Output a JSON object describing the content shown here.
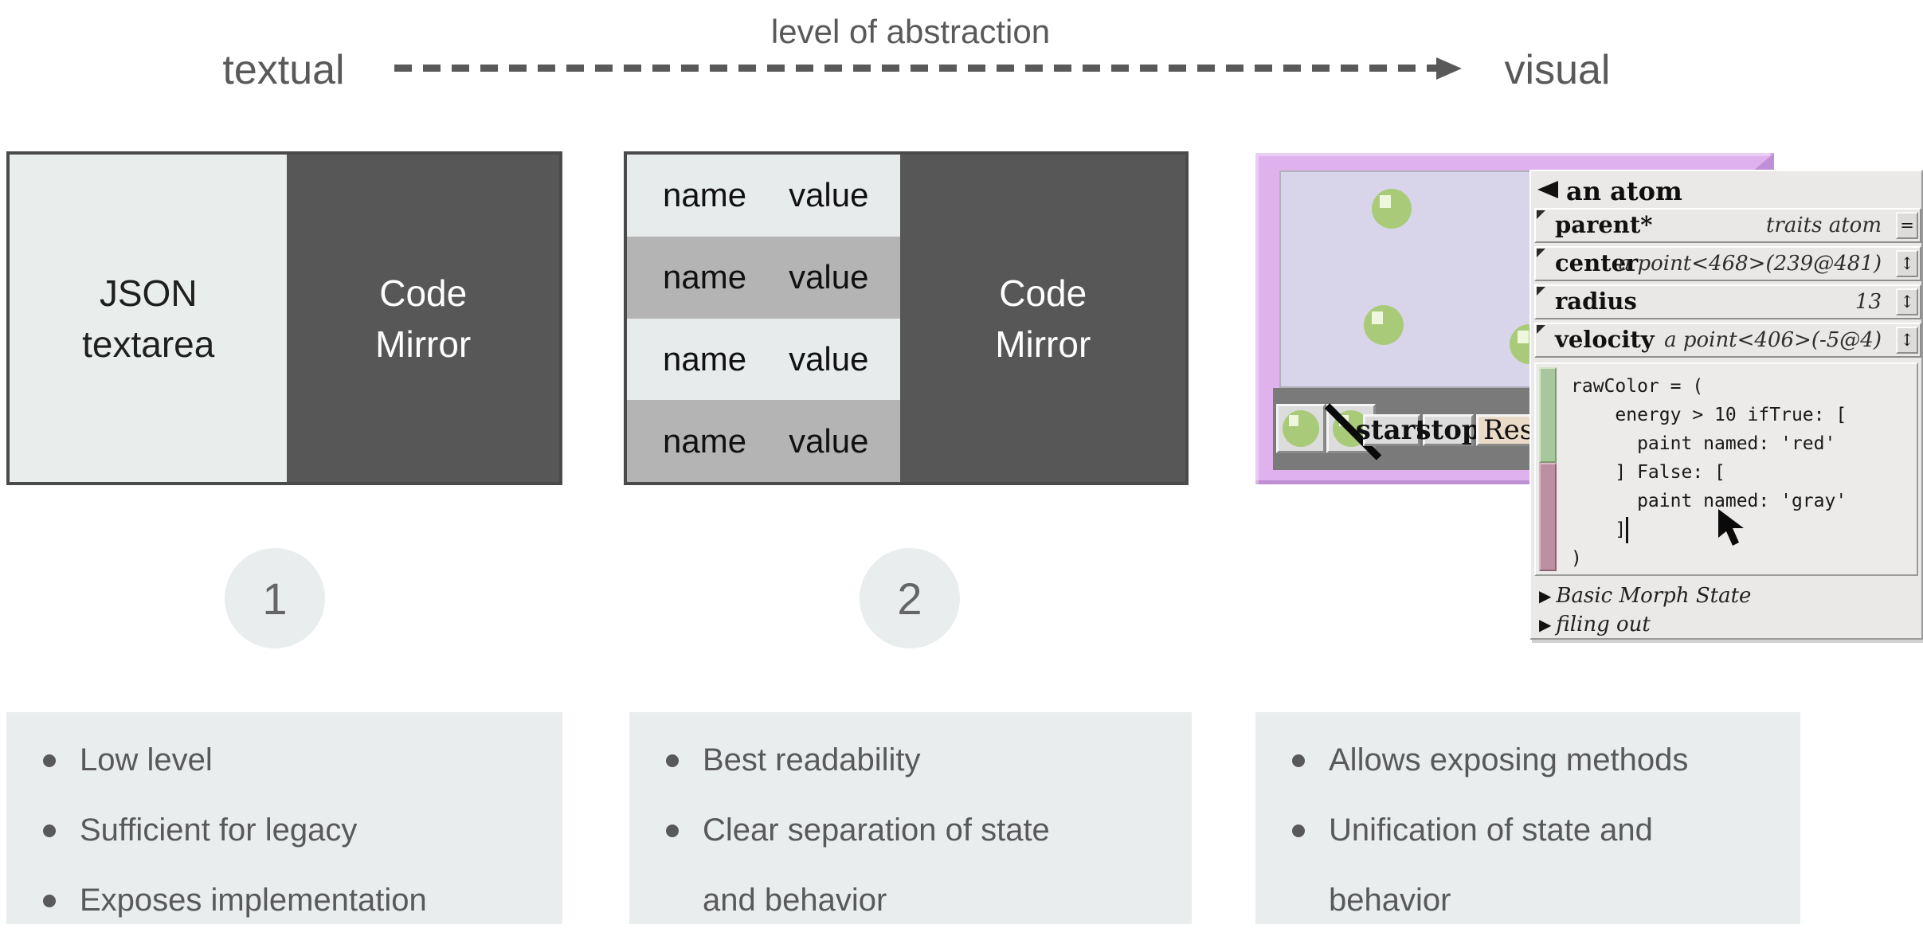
{
  "header": {
    "left_label": "textual",
    "arrow_label": "level of abstraction",
    "right_label": "visual"
  },
  "options": [
    {
      "number": "1",
      "editor_lines": [
        "JSON",
        "textarea"
      ],
      "widget_lines": [
        "Code",
        "Mirror"
      ],
      "bullets": [
        "Low level",
        "Sufficient for legacy",
        "Exposes implementation"
      ]
    },
    {
      "number": "2",
      "table_rows": [
        {
          "name": "name",
          "value": "value"
        },
        {
          "name": "name",
          "value": "value"
        },
        {
          "name": "name",
          "value": "value"
        },
        {
          "name": "name",
          "value": "value"
        }
      ],
      "widget_lines": [
        "Code",
        "Mirror"
      ],
      "bullets": [
        "Best readability",
        "Clear separation of state and behavior"
      ]
    },
    {
      "bullets": [
        "Allows exposing methods",
        "Unification of state and behavior"
      ]
    }
  ],
  "squeak": {
    "sim_window": {
      "buttons": {
        "start": "start",
        "stop": "stop",
        "reset_partial": "Resi"
      }
    },
    "inspector": {
      "title": "an atom",
      "rows": [
        {
          "name": "parent*",
          "value": "traits atom",
          "control": "="
        },
        {
          "name": "center",
          "value": "a point<468>(239@481)",
          "control": "↕"
        },
        {
          "name": "radius",
          "value": "13",
          "control": "↕"
        },
        {
          "name": "velocity",
          "value": "a point<406>(-5@4)",
          "control": "↕"
        }
      ],
      "code_lines": [
        "rawColor = (",
        "    energy > 10 ifTrue: [",
        "      paint named: 'red'",
        "    ] False: [",
        "      paint named: 'gray'",
        "    ]",
        ")"
      ],
      "sections": [
        "Basic Morph State",
        "filing out"
      ]
    }
  },
  "colors": {
    "slide_text": "#595959",
    "panel_light": "#e9edec",
    "panel_dark": "#575757",
    "table_row_light": "#e8ebeb",
    "table_row_gray": "#b4b4b4",
    "frame_purple": "#dfb2ee",
    "canvas_lavender": "#d8d5ea",
    "atom_green": "#a9cb79",
    "toolbar_gray": "#7a7a7a",
    "reset_tan": "#eadbc8",
    "scrollbar_green": "#a9c79c",
    "scrollbar_mauve": "#bc8fa1"
  }
}
